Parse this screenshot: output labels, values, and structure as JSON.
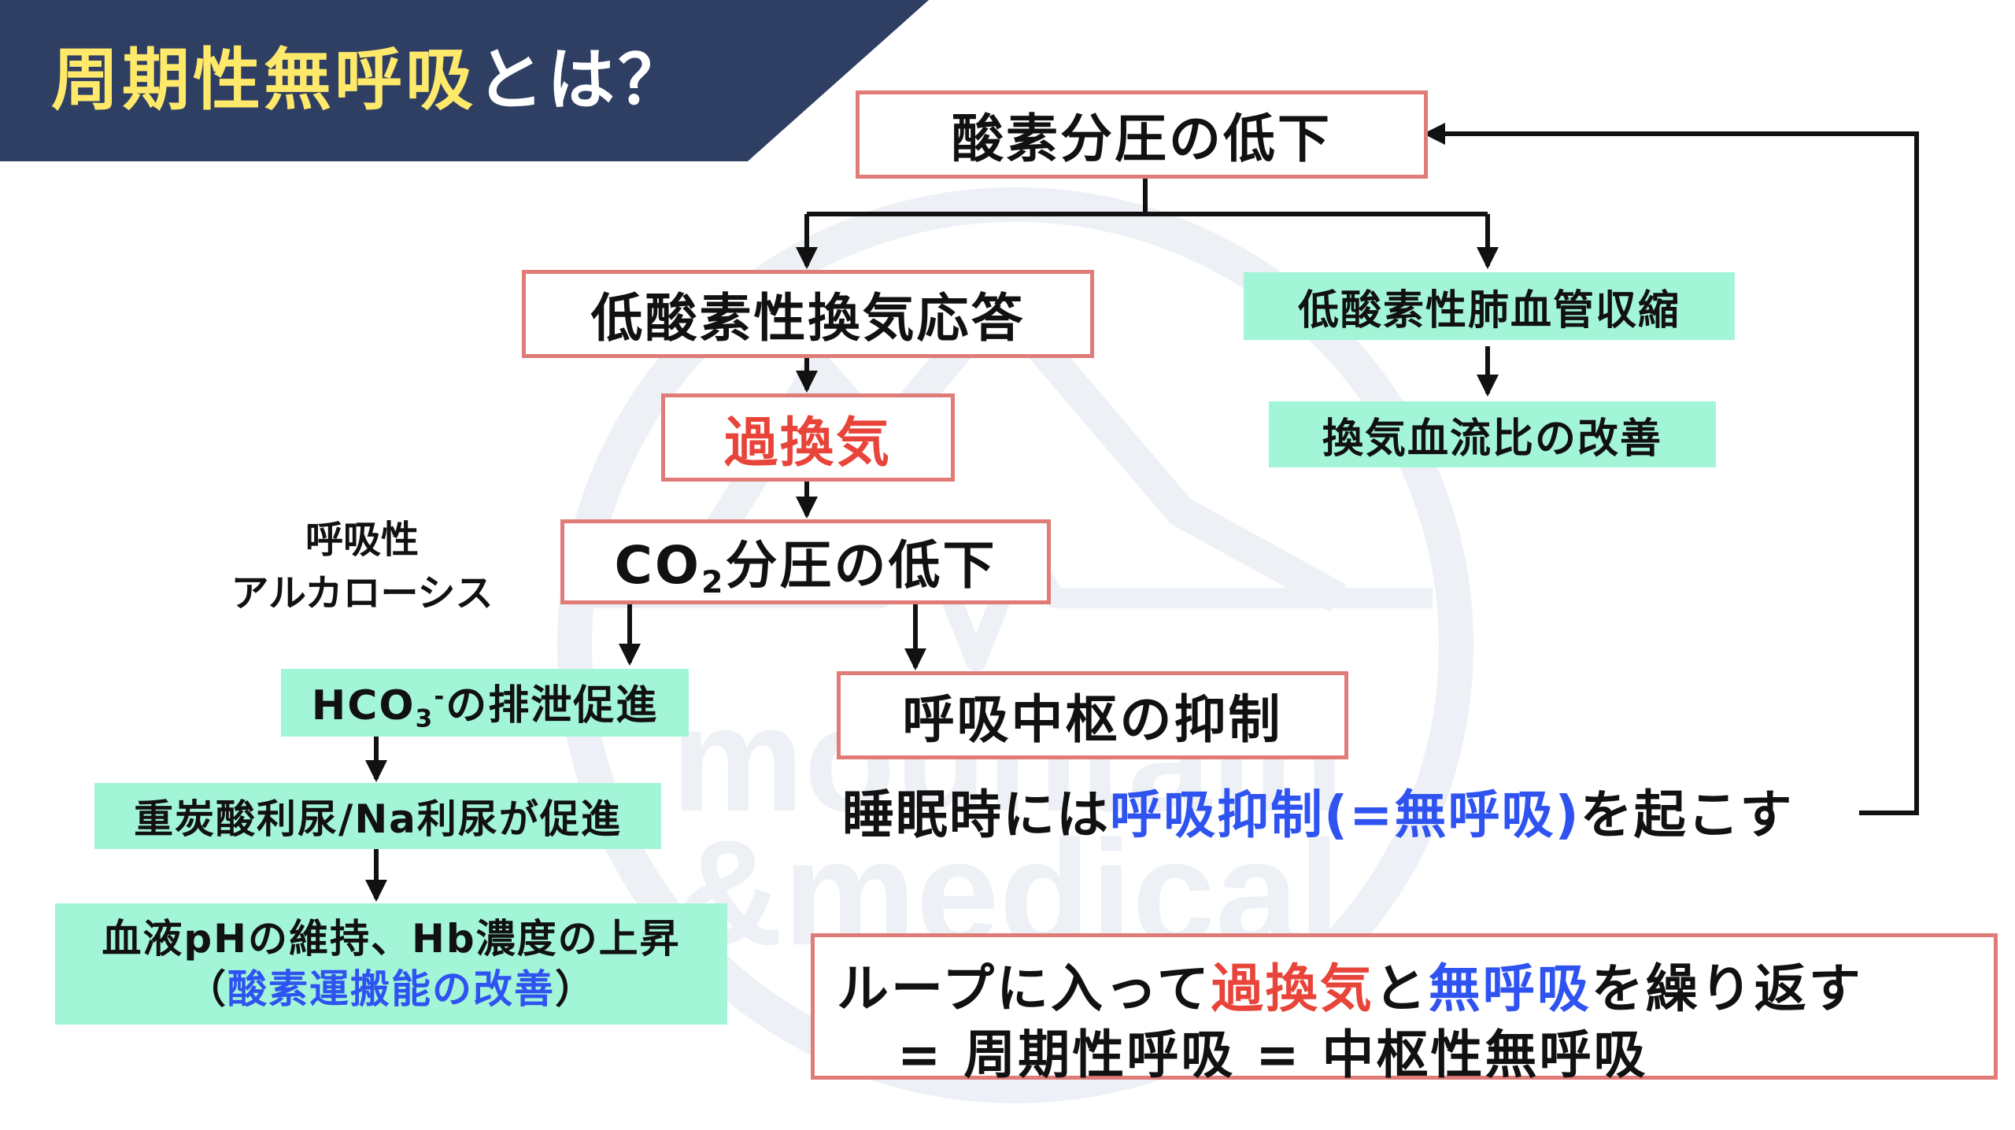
{
  "title": {
    "part1": "周期性無呼吸",
    "part2": "とは？"
  },
  "colors": {
    "banner_bg": "#2e3f63",
    "title_highlight": "#ffe96b",
    "box_border_red": "#e07b78",
    "box_fill_green": "#a3f5d8",
    "accent_red": "#e8443a",
    "accent_blue": "#2f53f0",
    "watermark": "#dfe4ee"
  },
  "flow": {
    "o2_drop": "酸素分圧の低下",
    "hypoxic_vent": "低酸素性換気応答",
    "hyperventilation": "過換気",
    "co2_main": "CO",
    "co2_sub": "2",
    "co2_rest": "分圧の低下",
    "resp_alk_1": "呼吸性",
    "resp_alk_2": "アルカローシス",
    "hco3_main": "HCO",
    "hco3_sub": "3",
    "hco3_sup": "-",
    "hco3_rest": "の排泄促進",
    "diuresis": "重炭酸利尿/Na利尿が促進",
    "ph_line1": "血液pHの維持、Hb濃度の上昇",
    "ph_paren_open": "（",
    "ph_blue": "酸素運搬能の改善",
    "ph_paren_close": "）",
    "pulm_vaso": "低酸素性肺血管収縮",
    "vq_improve": "換気血流比の改善",
    "center_inhibit": "呼吸中枢の抑制",
    "sleep_a": "睡眠時には",
    "sleep_blue": "呼吸抑制(=無呼吸)",
    "sleep_b": "を起こす"
  },
  "loop": {
    "l1_a": "ループに入って",
    "l1_red": "過換気",
    "l1_b": "と",
    "l1_blue": "無呼吸",
    "l1_c": "を繰り返す",
    "l2": "= 周期性呼吸 = 中枢性無呼吸"
  },
  "watermark": {
    "line1": "mountain",
    "line2": "&medical"
  }
}
